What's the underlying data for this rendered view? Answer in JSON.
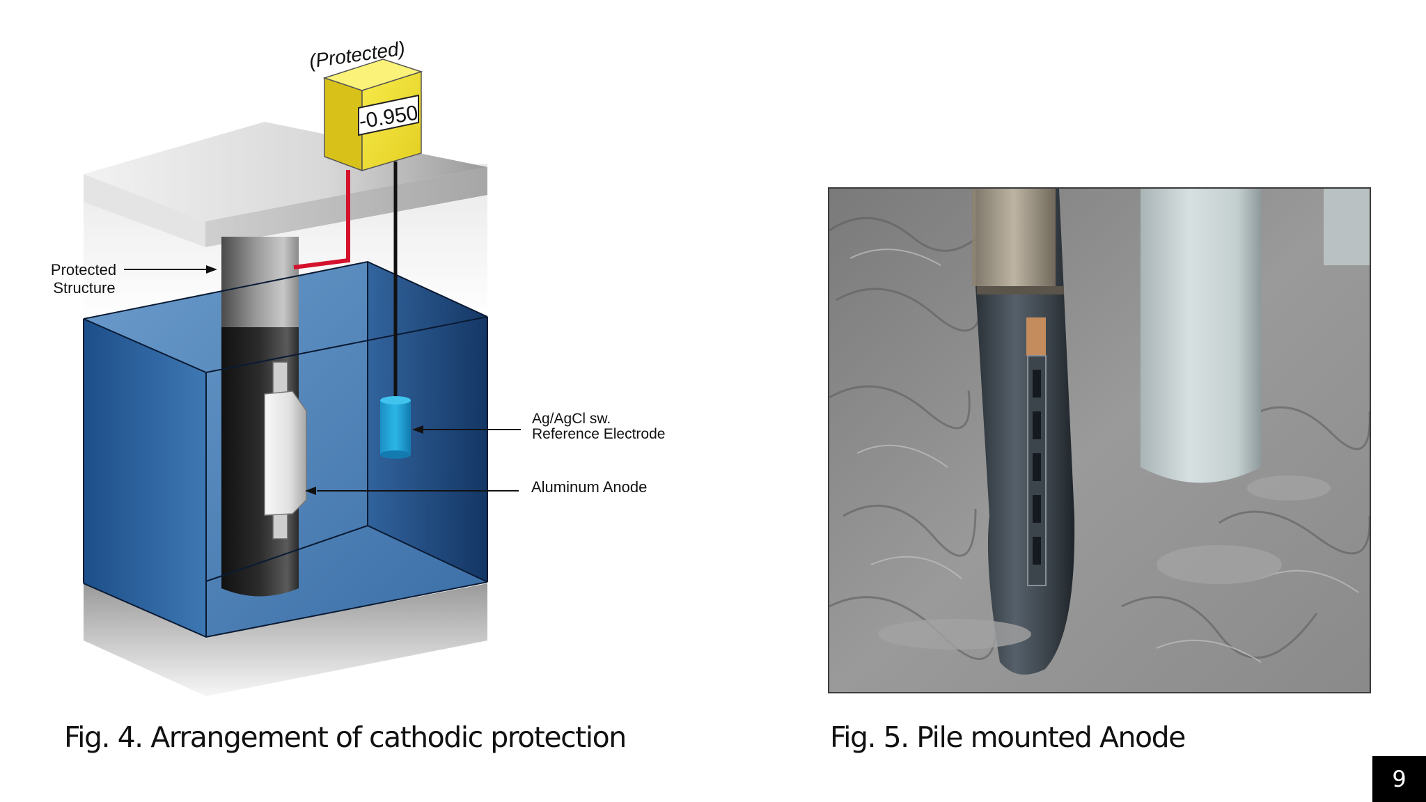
{
  "fig4": {
    "meter_state_label": "(Protected)",
    "meter_reading": "-0.950",
    "label_structure_line1": "Protected",
    "label_structure_line2": "Structure",
    "label_electrode_line1": "Ag/AgCl sw.",
    "label_electrode_line2": "Reference Electrode",
    "label_anode": "Aluminum Anode",
    "caption": "Fig. 4. Arrangement of cathodic protection"
  },
  "fig5": {
    "caption": "Fig. 5. Pile mounted Anode"
  },
  "page_number": "9"
}
